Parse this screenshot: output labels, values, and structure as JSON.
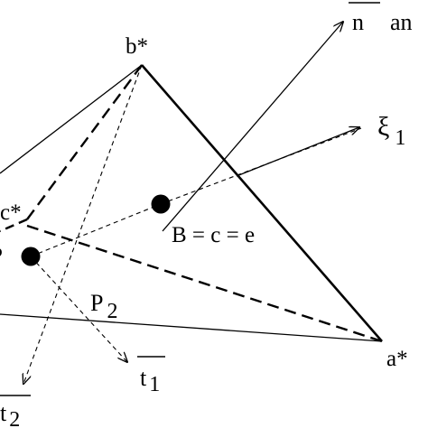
{
  "labels": {
    "b_star": "b*",
    "c_star": "c*",
    "a_star": "a*",
    "B_eq": "B = c = e",
    "P2_main": "P",
    "P2_sub": "2",
    "P_partial": "P",
    "n": "n",
    "an": "an",
    "xi_main": "ξ",
    "xi_sub": "1",
    "t1_main": "t",
    "t1_sub": "1",
    "t2_main": "t",
    "t2_sub": "2"
  },
  "colors": {
    "ink": "#000000",
    "background": "#ffffff"
  }
}
